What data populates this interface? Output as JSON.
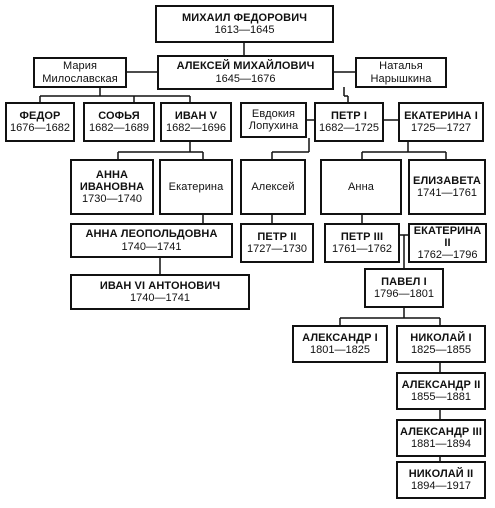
{
  "people": {
    "mikhail": {
      "name": "МИХАИЛ ФЕДОРОВИЧ",
      "dates": "1613—1645"
    },
    "maria": {
      "name": "Мария Милославская",
      "dates": ""
    },
    "alexei": {
      "name": "АЛЕКСЕЙ МИХАЙЛОВИЧ",
      "dates": "1645—1676"
    },
    "natalia": {
      "name": "Наталья Нарышкина",
      "dates": ""
    },
    "fedor": {
      "name": "ФЕДОР",
      "dates": "1676—1682"
    },
    "sofia": {
      "name": "СОФЬЯ",
      "dates": "1682—1689"
    },
    "ivan5": {
      "name": "ИВАН V",
      "dates": "1682—1696"
    },
    "evdokia": {
      "name": "Евдокия Лопухина",
      "dates": ""
    },
    "peter1": {
      "name": "ПЕТР I",
      "dates": "1682—1725"
    },
    "ekaterina1": {
      "name": "ЕКАТЕРИНА I",
      "dates": "1725—1727"
    },
    "anna_ivanovna": {
      "name": "АННА ИВАНОВНА",
      "dates": "1730—1740"
    },
    "ekaterina": {
      "name": "Екатерина",
      "dates": ""
    },
    "alexei_p": {
      "name": "Алексей",
      "dates": ""
    },
    "anna": {
      "name": "Анна",
      "dates": ""
    },
    "elizaveta": {
      "name": "ЕЛИЗАВЕТА",
      "dates": "1741—1761"
    },
    "anna_leop": {
      "name": "АННА ЛЕОПОЛЬДОВНА",
      "dates": "1740—1741"
    },
    "peter2": {
      "name": "ПЕТР II",
      "dates": "1727—1730"
    },
    "peter3": {
      "name": "ПЕТР III",
      "dates": "1761—1762"
    },
    "ekaterina2": {
      "name": "ЕКАТЕРИНА II",
      "dates": "1762—1796"
    },
    "ivan6": {
      "name": "ИВАН VI АНТОНОВИЧ",
      "dates": "1740—1741"
    },
    "pavel1": {
      "name": "ПАВЕЛ I",
      "dates": "1796—1801"
    },
    "alexander1": {
      "name": "АЛЕКСАНДР I",
      "dates": "1801—1825"
    },
    "nikolai1": {
      "name": "НИКОЛАЙ I",
      "dates": "1825—1855"
    },
    "alexander2": {
      "name": "АЛЕКСАНДР II",
      "dates": "1855—1881"
    },
    "alexander3": {
      "name": "АЛЕКСАНДР III",
      "dates": "1881—1894"
    },
    "nikolai2": {
      "name": "НИКОЛАЙ II",
      "dates": "1894—1917"
    }
  }
}
